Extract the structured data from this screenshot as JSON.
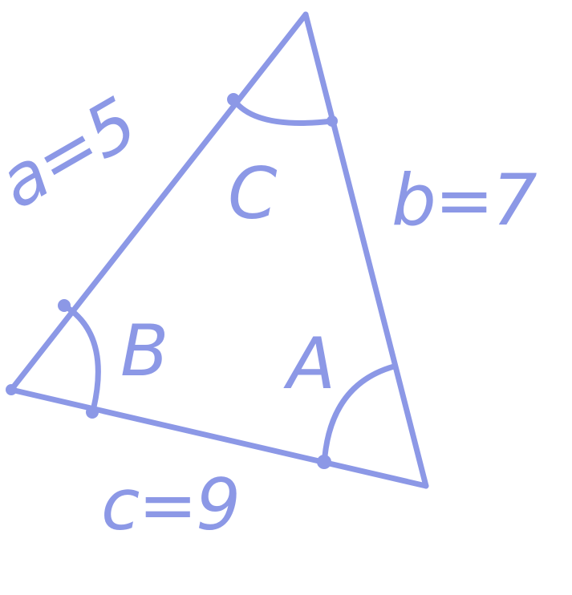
{
  "colors": {
    "ink": "#8c98e6",
    "ink_dark": "#6f7ccc",
    "paper": "#ffffff"
  },
  "vertices": [
    "C",
    "B",
    "A"
  ],
  "side_labels": {
    "a": "a=5",
    "b": "b=7",
    "c": "c=9"
  },
  "angle_labels": {
    "C": "C",
    "B": "B",
    "A": "A"
  }
}
